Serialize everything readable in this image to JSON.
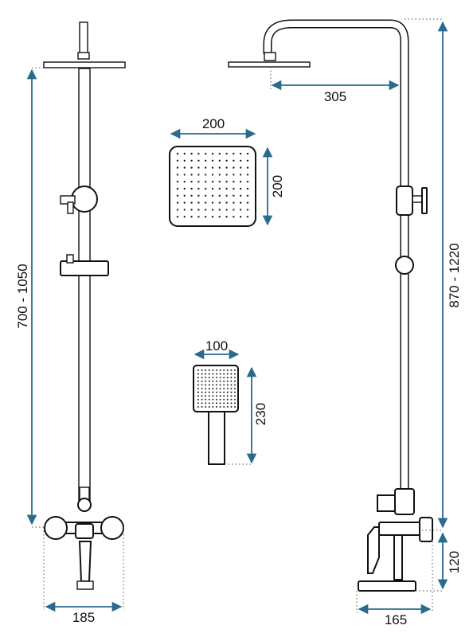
{
  "colors": {
    "dimension_line": "#2a6a8c",
    "outline": "#111111",
    "background": "#ffffff"
  },
  "dimensions": {
    "front_height": "700 - 1050",
    "front_width": "185",
    "side_height": "870 - 1220",
    "head_reach": "305",
    "side_width": "165",
    "spout_height": "120",
    "head_width": "200",
    "head_height": "200",
    "hand_width": "100",
    "hand_length": "230"
  },
  "icons": {
    "rain_head": "square-rain-shower-head",
    "hand_shower": "square-hand-shower"
  }
}
